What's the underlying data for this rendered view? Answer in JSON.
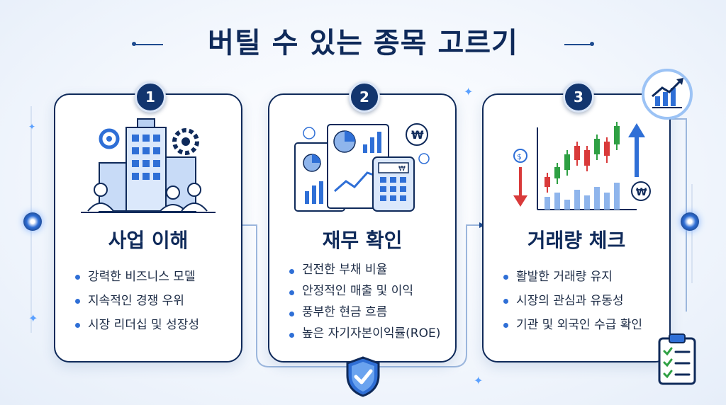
{
  "title": "버틸 수 있는 종목 고르기",
  "cards": [
    {
      "number": "1",
      "title": "사업 이해",
      "bullets": [
        "강력한 비즈니스 모델",
        "지속적인 경쟁 우위",
        "시장 리더십 및 성장성"
      ]
    },
    {
      "number": "2",
      "title": "재무 확인",
      "bullets": [
        "건전한 부채 비율",
        "안정적인 매출 및 이익",
        "풍부한 현금 흐름",
        "높은 자기자본이익률(ROE)"
      ]
    },
    {
      "number": "3",
      "title": "거래량 체크",
      "bullets": [
        "활발한 거래량 유지",
        "시장의 관심과 유동성",
        "기관 및 외국인 수급 확인"
      ]
    }
  ],
  "icons": {
    "card1": "business-building-icon",
    "card2": "financial-documents-icon",
    "card3": "candlestick-chart-icon",
    "top_right": "growth-chart-icon",
    "bottom_center": "shield-check-icon",
    "bottom_right": "checklist-clipboard-icon"
  },
  "colors": {
    "navy": "#0f2a5a",
    "accent": "#2f6fd6",
    "up": "#2ea043",
    "down": "#d93a3a"
  }
}
